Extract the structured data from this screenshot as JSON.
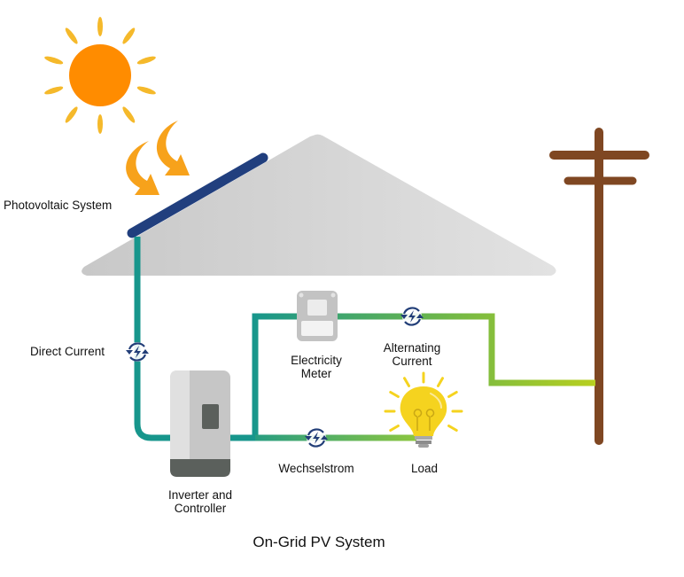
{
  "diagram": {
    "title": "On-Grid PV System",
    "labels": {
      "photovoltaic_system": "Photovoltaic System",
      "direct_current": "Direct Current",
      "electricity_meter_line1": "Electricity",
      "electricity_meter_line2": "Meter",
      "alternating_current_line1": "Alternating",
      "alternating_current_line2": "Current",
      "inverter_line1": "Inverter and",
      "inverter_line2": "Controller",
      "wechselstrom": "Wechselstrom",
      "load": "Load"
    },
    "components": [
      {
        "id": "sun",
        "label": "Sun",
        "icon": "sun-icon"
      },
      {
        "id": "sun-rays-arrows",
        "icon": "curved-arrow-icon"
      },
      {
        "id": "pv-panel",
        "label": "Photovoltaic System",
        "icon": "solar-panel-icon"
      },
      {
        "id": "house-roof",
        "icon": "house-roof-icon"
      },
      {
        "id": "inverter",
        "label": "Inverter and Controller",
        "icon": "inverter-icon"
      },
      {
        "id": "meter",
        "label": "Electricity Meter",
        "icon": "meter-icon"
      },
      {
        "id": "load",
        "label": "Load",
        "icon": "light-bulb-icon"
      },
      {
        "id": "utility-pole",
        "label": "Grid",
        "icon": "utility-pole-icon"
      }
    ],
    "connections": [
      {
        "from": "pv-panel",
        "to": "inverter",
        "label": "Direct Current",
        "icon": "current-cycle-icon"
      },
      {
        "from": "inverter",
        "to": "load",
        "label": "Wechselstrom",
        "icon": "current-cycle-icon"
      },
      {
        "from": "inverter",
        "to": "meter"
      },
      {
        "from": "meter",
        "to": "utility-pole",
        "label": "Alternating Current",
        "icon": "current-cycle-icon"
      }
    ],
    "colors": {
      "sun": "#FF8C00",
      "sun_rays": "#F5B92B",
      "arrows": "#F7A21B",
      "panel": "#213F7E",
      "roof": "#D6D6D6",
      "wire_teal": "#17968C",
      "wire_green": "#8CC63F",
      "wire_lime": "#B7CF1F",
      "pole": "#7F4722",
      "cycle_icon": "#223E78",
      "inverter_light": "#E0E0E0",
      "inverter_mid": "#C6C6C6",
      "inverter_dark": "#5B605C",
      "bulb": "#F5D31F",
      "bulb_base": "#9A9A9A"
    }
  }
}
